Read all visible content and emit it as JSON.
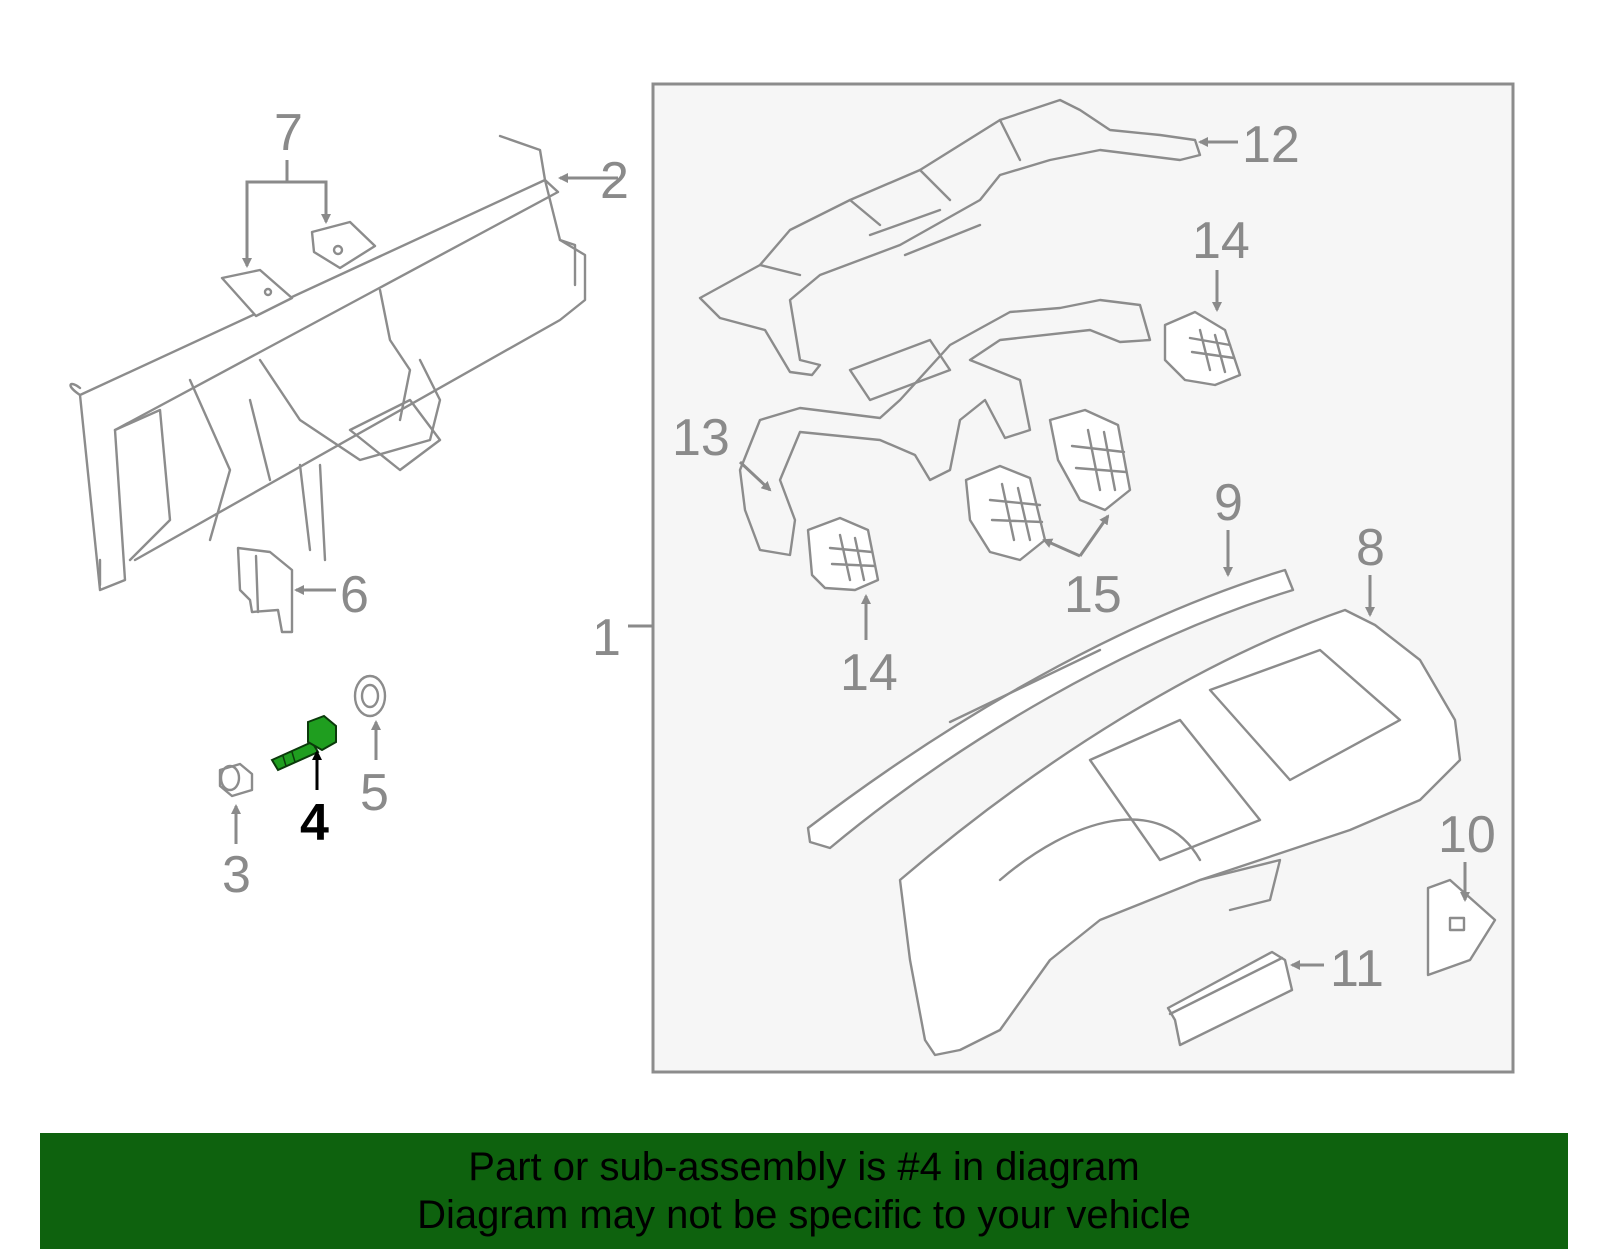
{
  "diagram": {
    "callouts": [
      "1",
      "2",
      "3",
      "4",
      "5",
      "6",
      "7",
      "8",
      "9",
      "10",
      "11",
      "12",
      "13",
      "14",
      "14",
      "15"
    ],
    "highlighted_part": "4",
    "colors": {
      "highlight": "#1f9e1f",
      "part_stroke": "#8c8c8c",
      "banner": "#0e620e",
      "panel": "#f6f6f6"
    }
  },
  "banner": {
    "line1": "Part or sub-assembly is #4 in diagram",
    "line2": "Diagram may not be specific to your vehicle"
  }
}
